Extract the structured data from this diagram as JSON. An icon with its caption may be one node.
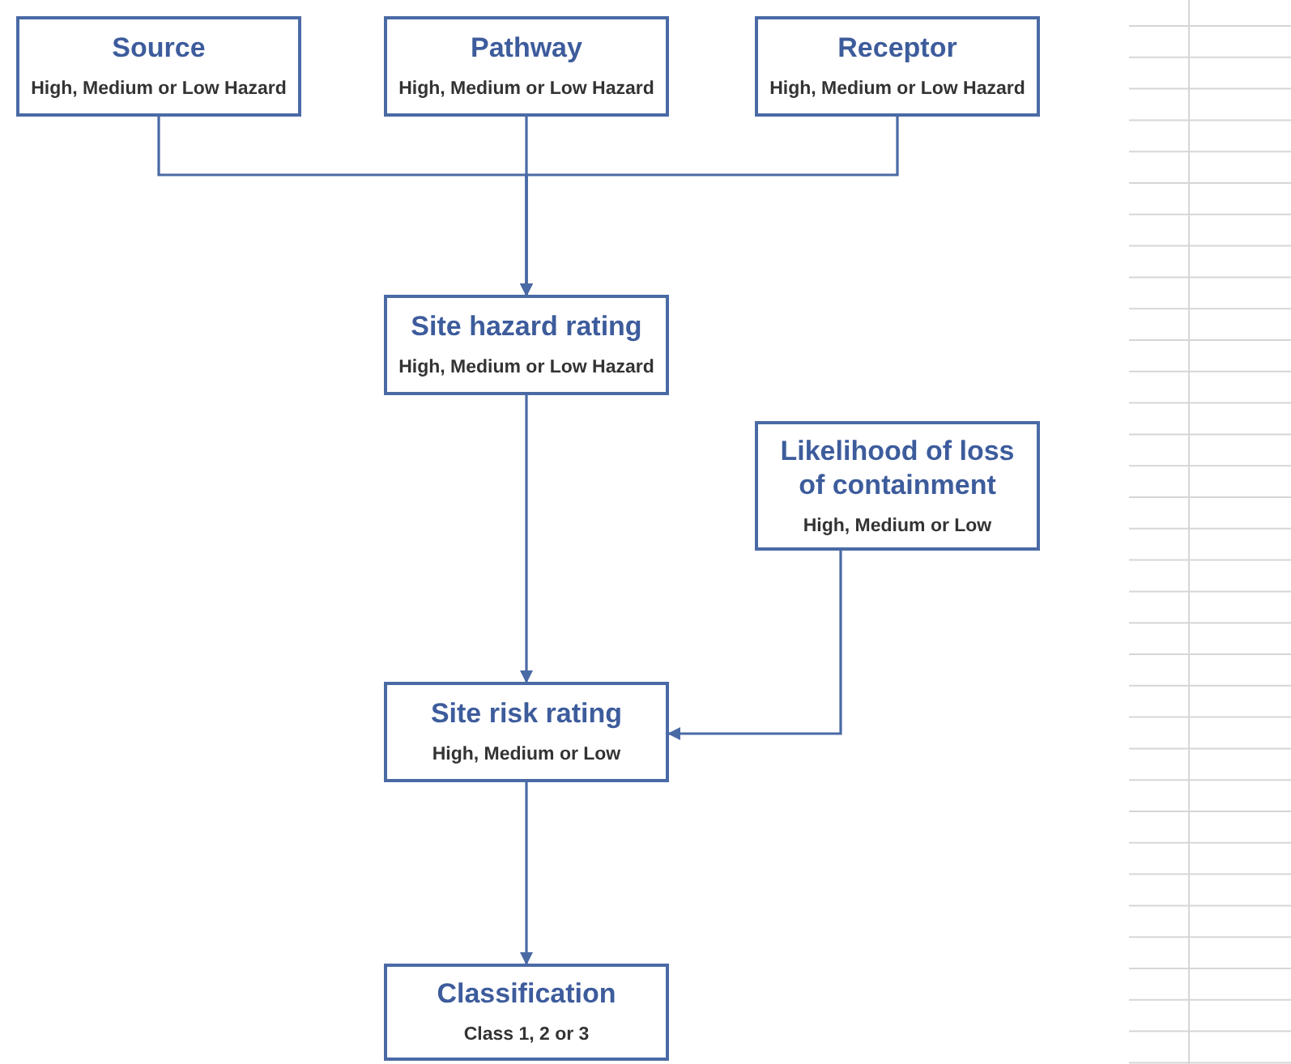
{
  "diagram": {
    "nodes": [
      {
        "text": [
          "Source",
          "High, Medium or Low Hazard"
        ]
      },
      {
        "text": [
          "Pathway",
          "High, Medium or Low Hazard"
        ]
      },
      {
        "text": [
          "Receptor",
          "High, Medium or Low Hazard"
        ]
      },
      {
        "text": [
          "Site hazard rating",
          "High, Medium or Low Hazard"
        ]
      },
      {
        "text": [
          "Likelihood of loss of containment",
          "High, Medium or Low"
        ]
      },
      {
        "text": [
          "Site risk rating",
          "High, Medium or Low"
        ]
      },
      {
        "text": [
          "Classification",
          "Class 1, 2 or 3"
        ]
      }
    ],
    "edges": [
      {
        "from": 0,
        "to": 3,
        "arrow": "to"
      },
      {
        "from": 1,
        "to": 3,
        "arrow": "to"
      },
      {
        "from": 2,
        "to": 3,
        "arrow": "to"
      },
      {
        "from": 3,
        "to": 5,
        "arrow": "to"
      },
      {
        "from": 4,
        "to": 5,
        "arrow": "to"
      },
      {
        "from": 5,
        "to": 6,
        "arrow": "to"
      }
    ]
  }
}
